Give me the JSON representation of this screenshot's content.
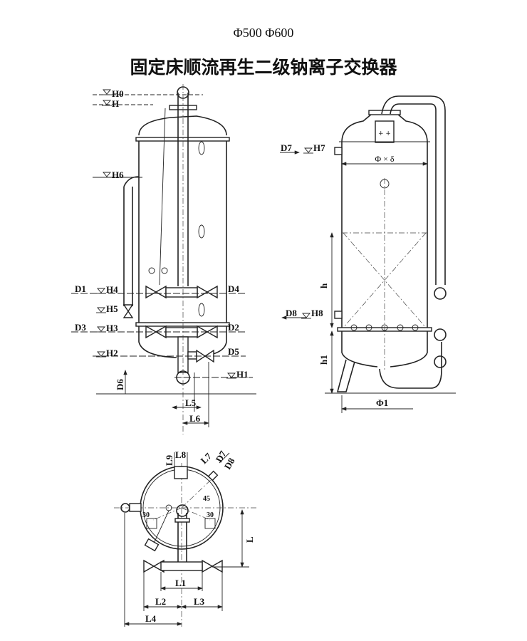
{
  "header": {
    "subtitle": "Φ500  Φ600",
    "title": "固定床顺流再生二级钠离子交换器"
  },
  "front_view": {
    "levels": [
      "H0",
      "H",
      "H6",
      "H4",
      "H5",
      "H3",
      "H2",
      "H1"
    ],
    "connections": [
      "D1",
      "D2",
      "D3",
      "D4",
      "D5",
      "D6"
    ],
    "dims": [
      "L5",
      "L6"
    ]
  },
  "side_view": {
    "levels": [
      "H7",
      "H8"
    ],
    "connections": [
      "D7",
      "D8"
    ],
    "dims": [
      "Φ × δ",
      "h",
      "h1",
      "Φ1"
    ]
  },
  "plan_view": {
    "dims": [
      "L9",
      "L8",
      "L7",
      "L",
      "L1",
      "L2",
      "L3",
      "L4"
    ],
    "connection": [
      "D7",
      "D8"
    ],
    "angles": [
      "45",
      "30",
      "30"
    ]
  }
}
